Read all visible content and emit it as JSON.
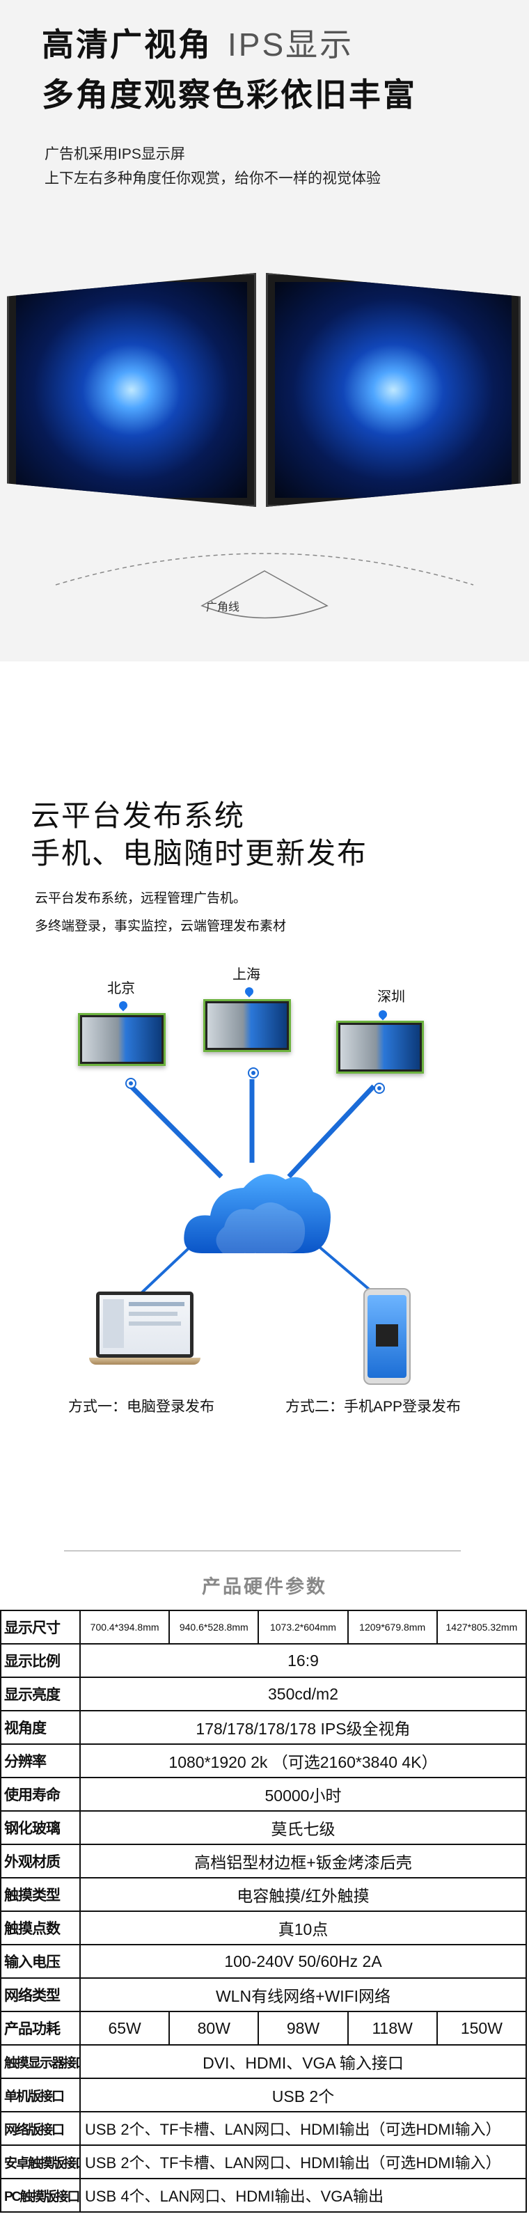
{
  "ips_section": {
    "title_bold": "高清广视角",
    "title_light": "IPS显示",
    "subtitle": "多角度观察色彩依旧丰富",
    "desc_line1": "广告机采用IPS显示屏",
    "desc_line2": "上下左右多种角度任你观赏，给你不一样的视觉体验",
    "wide_angle_label": "广角线"
  },
  "cloud_section": {
    "title_line1": "云平台发布系统",
    "title_line2": "手机、电脑随时更新发布",
    "desc_line1": "云平台发布系统，远程管理广告机。",
    "desc_line2": "多终端登录，事实监控，云端管理发布素材",
    "cities": [
      "北京",
      "上海",
      "深圳"
    ],
    "cloud_label": "云平台发布系统",
    "mode1": "方式一：电脑登录发布",
    "mode2": "方式二：手机APP登录发布",
    "colors": {
      "line_blue": "#1a6bd8",
      "frame_green": "#6db33f"
    }
  },
  "spec_section": {
    "title": "产品硬件参数",
    "rows": [
      {
        "label": "显示尺寸",
        "values": [
          "700.4*394.8mm",
          "940.6*528.8mm",
          "1073.2*604mm",
          "1209*679.8mm",
          "1427*805.32mm"
        ]
      },
      {
        "label": "显示比例",
        "value": "16:9"
      },
      {
        "label": "显示亮度",
        "value": "350cd/m2"
      },
      {
        "label": "视角度",
        "value": "178/178/178/178 IPS级全视角"
      },
      {
        "label": "分辨率",
        "value": "1080*1920 2k  （可选2160*3840 4K）"
      },
      {
        "label": "使用寿命",
        "value": "50000小时"
      },
      {
        "label": "钢化玻璃",
        "value": "莫氏七级"
      },
      {
        "label": "外观材质",
        "value": "高档铝型材边框+钣金烤漆后壳"
      },
      {
        "label": "触摸类型",
        "value": "电容触摸/红外触摸"
      },
      {
        "label": "触摸点数",
        "value": "真10点"
      },
      {
        "label": "输入电压",
        "value": "100-240V  50/60Hz  2A"
      },
      {
        "label": "网络类型",
        "value": "WLN有线网络+WIFI网络"
      },
      {
        "label": "产品功耗",
        "values": [
          "65W",
          "80W",
          "98W",
          "118W",
          "150W"
        ]
      },
      {
        "label": "触摸显示器接口",
        "value": "DVI、HDMI、VGA 输入接口"
      },
      {
        "label": "单机版接口",
        "value": "USB  2个"
      },
      {
        "label": "网络版接口",
        "value": "USB 2个、TF卡槽、LAN网口、HDMI输出（可选HDMI输入）"
      },
      {
        "label": "安卓触摸版接口",
        "value": "USB 2个、TF卡槽、LAN网口、HDMI输出（可选HDMI输入）"
      },
      {
        "label": "PC触摸版接口",
        "value": "USB 4个、LAN网口、HDMI输出、VGA输出"
      }
    ]
  }
}
